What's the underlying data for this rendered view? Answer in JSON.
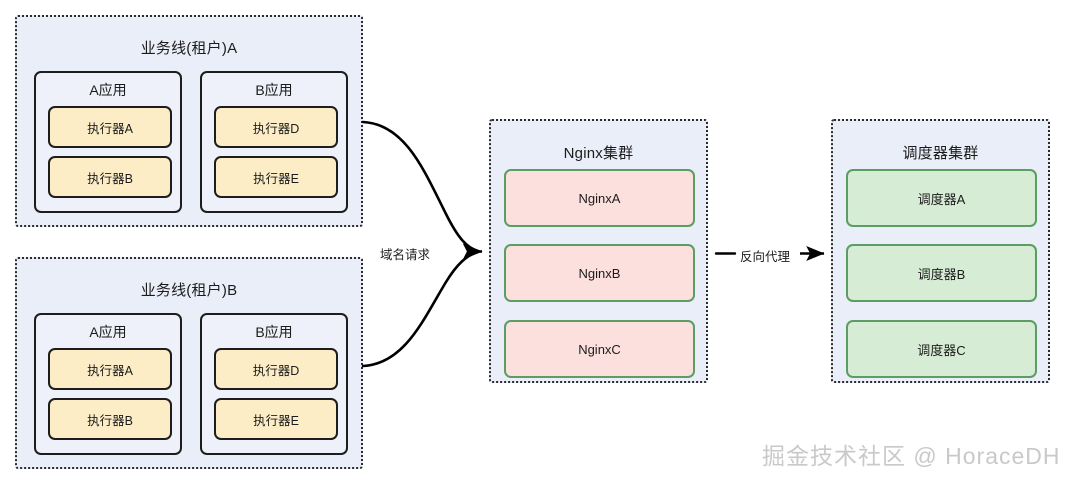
{
  "diagram": {
    "title_hidden": "",
    "watermark": "掘金技术社区 @ HoraceDH",
    "colors": {
      "cluster_fill": "#eaeef8",
      "cluster_border": "#2b2b2b",
      "app_fill": "#eef1f9",
      "app_border": "#1d1d1d",
      "executor_fill": "#fcedc6",
      "executor_border": "#1d1d1d",
      "nginx_fill": "#fbe0dd",
      "nginx_border": "#5b9d63",
      "scheduler_fill": "#d6ecd5",
      "scheduler_border": "#5b9d63",
      "edge": "#000000",
      "watermark": "#c9c9c9"
    }
  },
  "tenants": [
    {
      "id": "tenant-a",
      "title": "业务线(租户)A",
      "apps": [
        {
          "id": "app-a",
          "title": "A应用",
          "executors": [
            {
              "label": "执行器A"
            },
            {
              "label": "执行器B"
            }
          ]
        },
        {
          "id": "app-b",
          "title": "B应用",
          "executors": [
            {
              "label": "执行器D"
            },
            {
              "label": "执行器E"
            }
          ]
        }
      ]
    },
    {
      "id": "tenant-b",
      "title": "业务线(租户)B",
      "apps": [
        {
          "id": "app-a",
          "title": "A应用",
          "executors": [
            {
              "label": "执行器A"
            },
            {
              "label": "执行器B"
            }
          ]
        },
        {
          "id": "app-b",
          "title": "B应用",
          "executors": [
            {
              "label": "执行器D"
            },
            {
              "label": "执行器E"
            }
          ]
        }
      ]
    }
  ],
  "nginx_cluster": {
    "title": "Nginx集群",
    "nodes": [
      {
        "label": "NginxA"
      },
      {
        "label": "NginxB"
      },
      {
        "label": "NginxC"
      }
    ]
  },
  "scheduler_cluster": {
    "title": "调度器集群",
    "nodes": [
      {
        "label": "调度器A"
      },
      {
        "label": "调度器B"
      },
      {
        "label": "调度器C"
      }
    ]
  },
  "edges": [
    {
      "id": "edge-domain-request",
      "label": "域名请求"
    },
    {
      "id": "edge-reverse-proxy",
      "label": "反向代理"
    }
  ]
}
